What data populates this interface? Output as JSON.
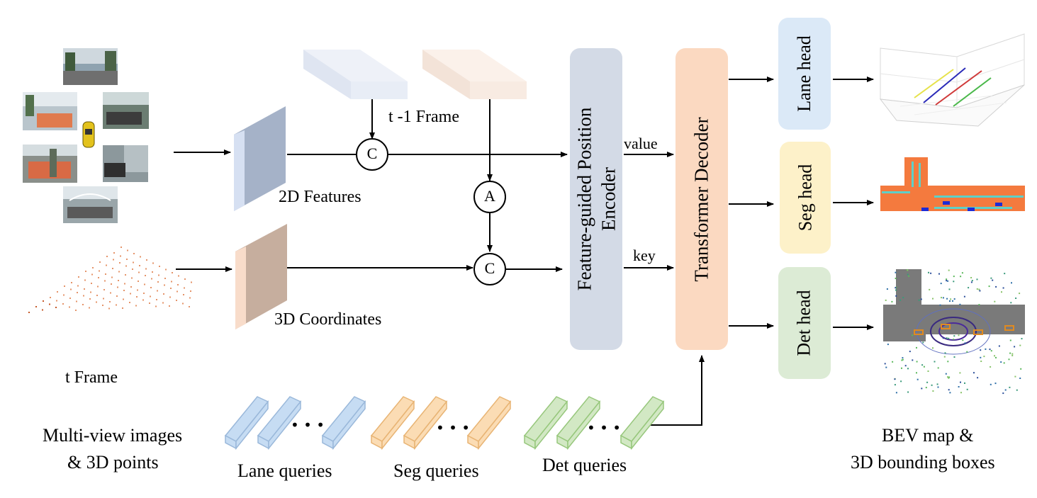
{
  "diagram": {
    "inputs": {
      "t_frame_label": "t  Frame",
      "caption_line1": "Multi-view images",
      "caption_line2": "& 3D points"
    },
    "features": {
      "features_2d_label": "2D Features",
      "coords_3d_label": "3D Coordinates",
      "prev_frame_label": "t -1 Frame"
    },
    "operators": {
      "concat_symbol": "C",
      "align_symbol": "A"
    },
    "encoder": {
      "line1": "Feature-guided Position",
      "line2": "Encoder"
    },
    "edges": {
      "value_label": "value",
      "key_label": "key"
    },
    "decoder": {
      "label": "Transformer  Decoder"
    },
    "heads": {
      "lane": "Lane head",
      "seg": "Seg head",
      "det": "Det head"
    },
    "queries": {
      "lane": "Lane queries",
      "seg": "Seg queries",
      "det": "Det queries",
      "ellipsis": "• • •"
    },
    "outputs": {
      "caption_line1": "BEV map &",
      "caption_line2": "3D bounding boxes"
    },
    "colors": {
      "blue_feature": "#c9d6ee",
      "blue_feature_side": "#a9b6cc",
      "peach_feature": "#f7d9c6",
      "peach_feature_side": "#c9b0a0",
      "encoder": "#d3dae6",
      "decoder": "#fbd9c1",
      "lane_head": "#dbe9f7",
      "seg_head": "#fdf1c9",
      "det_head": "#dcebd5",
      "lane_query": "#c6dcf3",
      "seg_query": "#fbdcb4",
      "det_query": "#d2e8c4"
    }
  }
}
